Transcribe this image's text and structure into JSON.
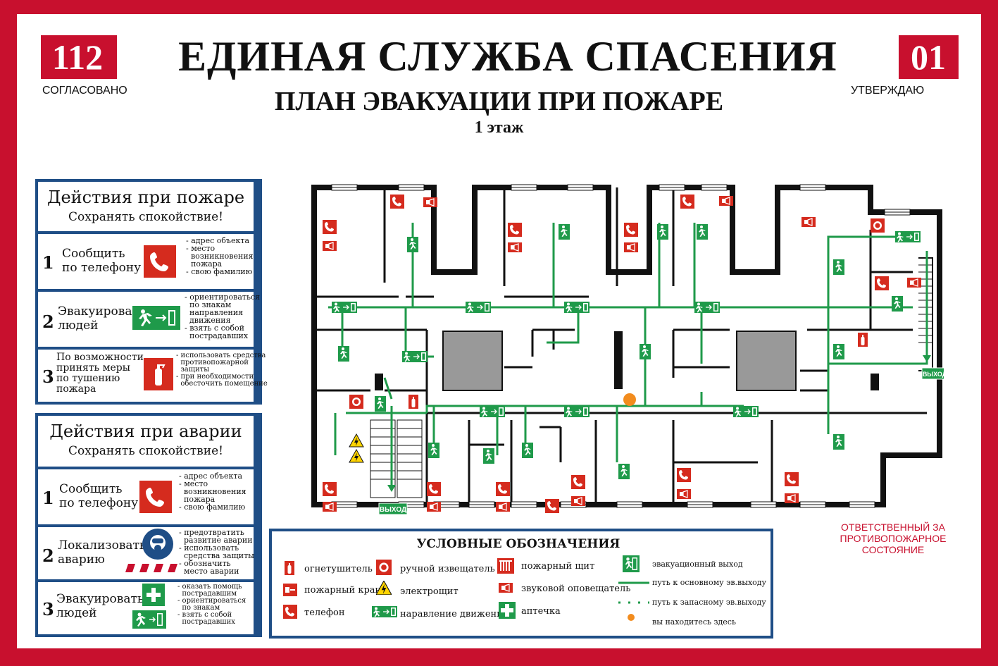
{
  "header": {
    "left_number": "112",
    "title": "ЕДИНАЯ СЛУЖБА СПАСЕНИЯ",
    "right_number": "01",
    "agreed": "СОГЛАСОВАНО",
    "approve": "УТВЕРЖДАЮ",
    "plan_title": "ПЛАН ЭВАКУАЦИИ ПРИ ПОЖАРЕ",
    "floor": "1 этаж"
  },
  "fire_panel": {
    "title": "Действия при пожаре",
    "subtitle": "Сохранять спокойствие!",
    "steps": [
      {
        "num": "1",
        "text": "Сообщить\nпо телефону",
        "icon": "telephone-icon",
        "notes": "- адрес объекта\n- место\n  возникновения\n  пожара\n- свою фамилию"
      },
      {
        "num": "2",
        "text": "Эвакуировать\nлюдей",
        "icon": "evacuation-exit-icon",
        "notes": "- ориентироваться\n  по знакам\n  направления\n  движения\n- взять с собой\n  пострадавших"
      },
      {
        "num": "3",
        "text": "По возможности\nпринять меры\nпо тушению\nпожара",
        "icon": "fire-extinguisher-icon",
        "notes": "- использовать средства\n  противопожарной\n  защиты\n- при необходимости\n  обесточить помещение"
      }
    ]
  },
  "accident_panel": {
    "title": "Действия при аварии",
    "subtitle": "Сохранять спокойствие!",
    "steps": [
      {
        "num": "1",
        "text": "Сообщить\nпо телефону",
        "icon": "telephone-icon",
        "notes": "- адрес объекта\n- место\n  возникновения\n  пожара\n- свою фамилию"
      },
      {
        "num": "2",
        "text": "Локализовать\nаварию",
        "icon": "protective-mask-icon",
        "notes": "- предотвратить\n  развитие аварии\n- использовать\n  средства защиты\n- обозначить\n  место аварии"
      },
      {
        "num": "3",
        "text": "Эвакуировать\nлюдей",
        "icon": "first-aid-icon",
        "notes": "- оказать помощь\n  пострадавшим\n- ориентироваться\n  по знакам\n- взять с собой\n  пострадавших"
      }
    ]
  },
  "plan": {
    "exit_label": "ВЫХОД"
  },
  "legend": {
    "title": "УСЛОВНЫЕ ОБОЗНАЧЕНИЯ",
    "items": {
      "extinguisher": "огнетушитель",
      "hydrant": "пожарный кран",
      "phone": "телефон",
      "manual_alarm": "ручной извещатель",
      "electrical_panel": "электрощит",
      "direction": "наравление движения",
      "fire_board": "пожарный щит",
      "siren": "звуковой оповещатель",
      "first_aid": "аптечка",
      "exit": "эвакуационный выход",
      "main_path": "путь к основному эв.выходу",
      "spare_path": "путь к запасному эв.выходу",
      "you_are_here": "вы находитесь здесь"
    }
  },
  "responsible": "ОТВЕТСТВЕННЫЙ ЗА ПРОТИВОПОЖАРНОЕ СОСТОЯНИЕ",
  "colors": {
    "frame_red": "#c8102e",
    "sign_red": "#d52b1e",
    "evac_green": "#1f9a4a",
    "panel_blue": "#1f4e86",
    "you_are_here": "#f28c1e"
  }
}
